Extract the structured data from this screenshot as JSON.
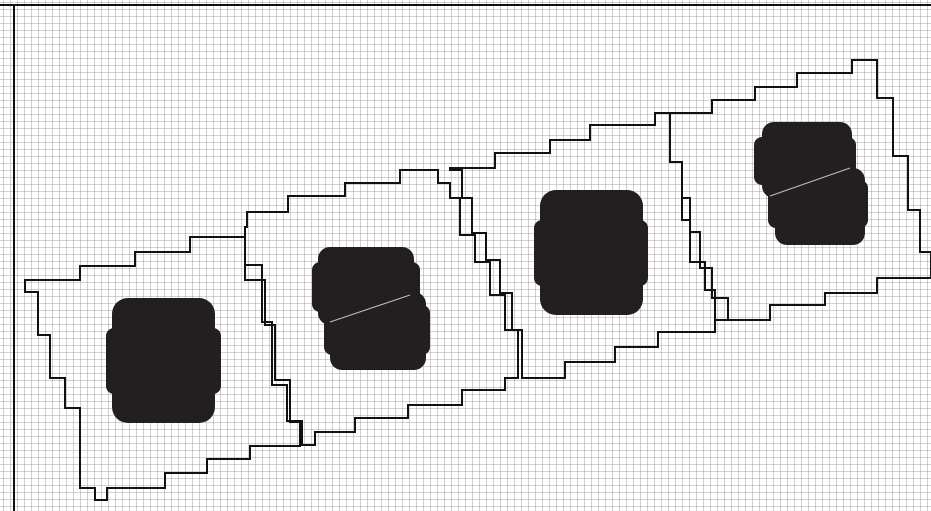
{
  "figure": {
    "kind": "cell-division-grid-diagram",
    "grid": "on",
    "colors": {
      "background": "#ffffff",
      "grid": "#8a8a8a",
      "outline": "#111111",
      "nucleus": "#231f20",
      "division_line": "#bfbfbf"
    },
    "cells": [
      {
        "name": "cell-1",
        "nucleus": "single"
      },
      {
        "name": "cell-2",
        "nucleus": "dividing"
      },
      {
        "name": "cell-3",
        "nucleus": "single"
      },
      {
        "name": "cell-4",
        "nucleus": "dividing"
      }
    ]
  }
}
